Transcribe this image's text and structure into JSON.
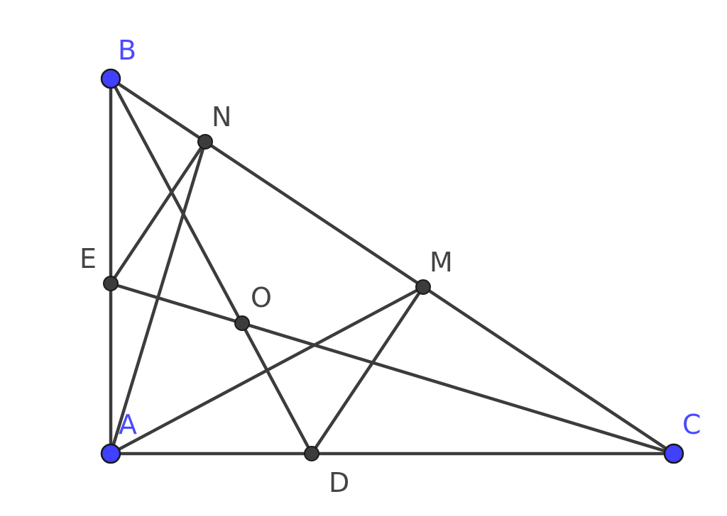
{
  "colors": {
    "free_point": "#4040ff",
    "dependent_point": "#3c3c3c",
    "segment": "#3c3c3c",
    "free_label": "#4a4aff",
    "dependent_label": "#444444",
    "background": "#ffffff"
  },
  "points": {
    "A": {
      "label": "A",
      "kind": "free"
    },
    "B": {
      "label": "B",
      "kind": "free"
    },
    "C": {
      "label": "C",
      "kind": "free"
    },
    "D": {
      "label": "D",
      "kind": "dependent"
    },
    "E": {
      "label": "E",
      "kind": "dependent"
    },
    "M": {
      "label": "M",
      "kind": "dependent"
    },
    "N": {
      "label": "N",
      "kind": "dependent"
    },
    "O": {
      "label": "O",
      "kind": "dependent"
    }
  },
  "segments": [
    [
      "A",
      "B"
    ],
    [
      "B",
      "C"
    ],
    [
      "A",
      "C"
    ],
    [
      "B",
      "D"
    ],
    [
      "E",
      "C"
    ],
    [
      "E",
      "N"
    ],
    [
      "A",
      "N"
    ],
    [
      "A",
      "M"
    ],
    [
      "D",
      "M"
    ]
  ]
}
